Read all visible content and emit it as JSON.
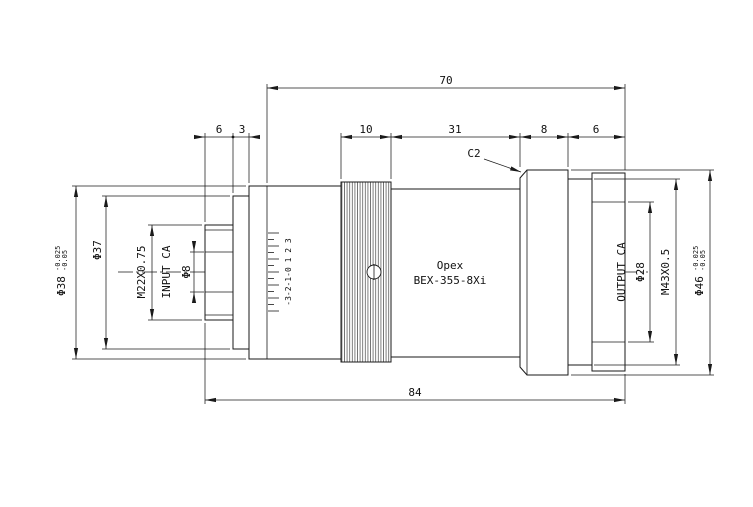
{
  "drawing": {
    "type": "lens-dimension-drawing",
    "line_color": "#1a1a1a",
    "background": "#ffffff"
  },
  "horizontal_dims": {
    "overall_upper": "70",
    "knurl": "10",
    "barrel": "31",
    "ring": "8",
    "tail": "6",
    "nose": "6",
    "flange": "3",
    "overall_total": "84"
  },
  "callouts": {
    "chamfer": "C2"
  },
  "left_dims": {
    "phi38": {
      "value": "Φ38",
      "tol_upper": "-0.025",
      "tol_lower": "-0.05"
    },
    "phi37": "Φ37",
    "thread": "M22X0.75",
    "input_ca": "INPUT CA",
    "phi8": "Φ8"
  },
  "right_dims": {
    "output_ca": "OUTPUT CA",
    "phi28": "Φ28",
    "thread": "M43X0.5",
    "phi46": {
      "value": "Φ46",
      "tol_upper": "-0.025",
      "tol_lower": "-0.05"
    }
  },
  "body_labels": {
    "brand": "Opex",
    "model": "BEX-355-8Xi",
    "focus_scale": "-3-2-1-0 1 2 3"
  }
}
